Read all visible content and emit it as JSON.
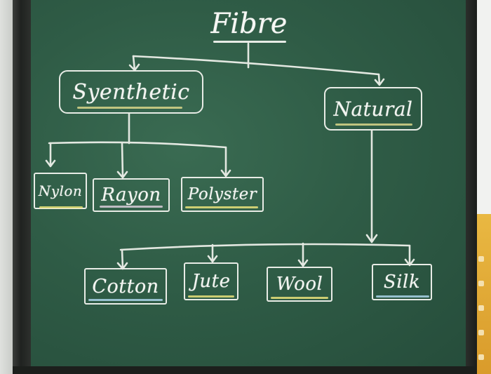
{
  "diagram": {
    "root": {
      "label": "Fibre"
    },
    "categories": [
      {
        "label": "Syenthetic",
        "underline_color": "#d9d68a"
      },
      {
        "label": "Natural",
        "underline_color": "#d9d68a"
      }
    ],
    "synthetic_items": [
      {
        "label": "Nylon",
        "underline_color": "#e8e27a"
      },
      {
        "label": "Rayon",
        "underline_color": "#d8ccd8"
      },
      {
        "label": "Polyster",
        "underline_color": "#e8e27a"
      }
    ],
    "natural_items": [
      {
        "label": "Cotton",
        "underline_color": "#a9d4e8"
      },
      {
        "label": "Jute",
        "underline_color": "#e8e27a"
      },
      {
        "label": "Wool",
        "underline_color": "#e8e27a"
      },
      {
        "label": "Silk",
        "underline_color": "#a9d4e8"
      }
    ]
  },
  "colors": {
    "board": "#2f5c46",
    "chalk": "#e8ece6",
    "frame": "#1f2220"
  }
}
